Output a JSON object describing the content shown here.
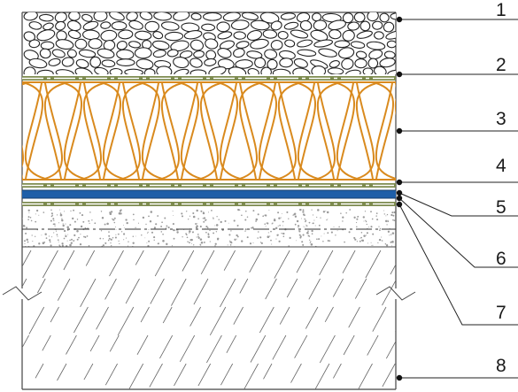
{
  "diagram": {
    "type": "roof-layer-section",
    "colors": {
      "outline": "#444444",
      "gravel": "#222222",
      "geotextile": "#7d8b4f",
      "insulation_stroke": "#d98a1e",
      "membrane": "#1f5fa8",
      "concrete_speckle": "#9a9a9a",
      "hatch": "#555555"
    },
    "layers": [
      {
        "num": "1",
        "material": "gravel-ballast"
      },
      {
        "num": "2",
        "material": "geotextile"
      },
      {
        "num": "3",
        "material": "thermal-insulation"
      },
      {
        "num": "4",
        "material": "geotextile"
      },
      {
        "num": "5",
        "material": "waterproofing-membrane"
      },
      {
        "num": "6",
        "material": "geotextile"
      },
      {
        "num": "7",
        "material": "cement-screed"
      },
      {
        "num": "8",
        "material": "concrete-slab"
      }
    ]
  }
}
